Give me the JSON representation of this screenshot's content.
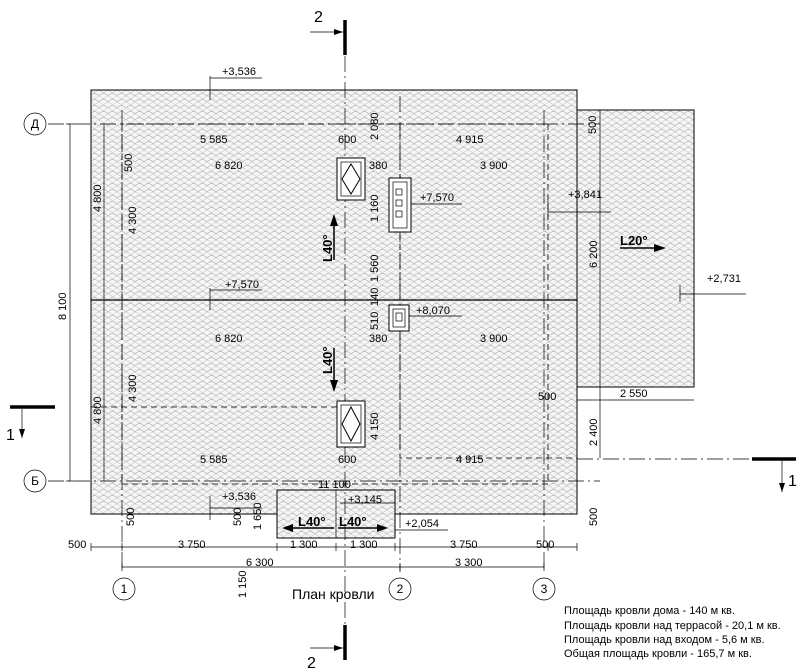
{
  "title": "План кровли",
  "axes": {
    "d": "Д",
    "b": "Б",
    "a1": "1",
    "a2": "2",
    "a3": "3"
  },
  "sections": {
    "top": "2",
    "bottom": "2",
    "left": "1",
    "right": "1"
  },
  "elevations": {
    "e1": "+3,536",
    "e2": "+7,570",
    "e3": "+7,570",
    "e4": "+8,070",
    "e5": "+3,841",
    "e6": "+2,731",
    "e7": "+3,536",
    "e8": "+3,145",
    "e9": "+2,054"
  },
  "slopes": {
    "s1": "L40°",
    "s2": "L40°",
    "s3": "L20°",
    "s4": "L40°",
    "s5": "L40°"
  },
  "dims": {
    "d5585a": "5 585",
    "d600a": "600",
    "d2080": "2 080",
    "d4915a": "4 915",
    "d500tr": "500",
    "d500tl": "500",
    "d6820a": "6 820",
    "d380a": "380",
    "d3900a": "3 900",
    "d4800a": "4 800",
    "d4300a": "4 300",
    "d1160": "1 160",
    "d1560": "1 560",
    "d6200": "6 200",
    "d8100": "8 100",
    "d140": "140",
    "d510": "510",
    "d6820b": "6 820",
    "d380b": "380",
    "d3900b": "3 900",
    "d4800b": "4 800",
    "d4300b": "4 300",
    "d500m": "500",
    "d2550": "2 550",
    "d4150": "4 150",
    "d2400": "2 400",
    "d5585b": "5 585",
    "d600b": "600",
    "d4915b": "4 915",
    "d11100": "11 100",
    "d500bl": "500",
    "d500bc": "500",
    "d1650": "1 650",
    "d500br": "500",
    "d500l": "500",
    "d3750a": "3 750",
    "d1300a": "1 300",
    "d1300b": "1 300",
    "d3750b": "3 750",
    "d500r": "500",
    "d6300": "6 300",
    "d3300": "3 300",
    "d1150": "1 150"
  },
  "areas": [
    "Площадь кровли дома - 140 м кв.",
    "Площадь кровли над террасой - 20,1 м кв.",
    "Площадь кровли над входом - 5,6 м кв.",
    "Общая площадь кровли - 165,7 м кв."
  ]
}
